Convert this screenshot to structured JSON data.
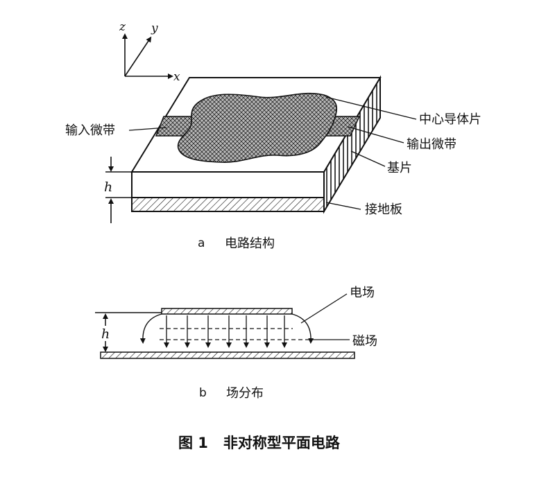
{
  "axes": {
    "z": "z",
    "y": "y",
    "x": "x"
  },
  "figure_a": {
    "labels": {
      "center_conductor": "中心导体片",
      "output_microstrip": "输出微带",
      "input_microstrip": "输入微带",
      "substrate": "基片",
      "height": "h",
      "ground_plate": "接地板"
    },
    "caption_letter": "a",
    "caption_text": "电路结构"
  },
  "figure_b": {
    "labels": {
      "electric_field": "电场",
      "magnetic_field": "磁场",
      "height": "h"
    },
    "caption_letter": "b",
    "caption_text": "场分布"
  },
  "figure_title": "图 1   非对称型平面电路"
}
